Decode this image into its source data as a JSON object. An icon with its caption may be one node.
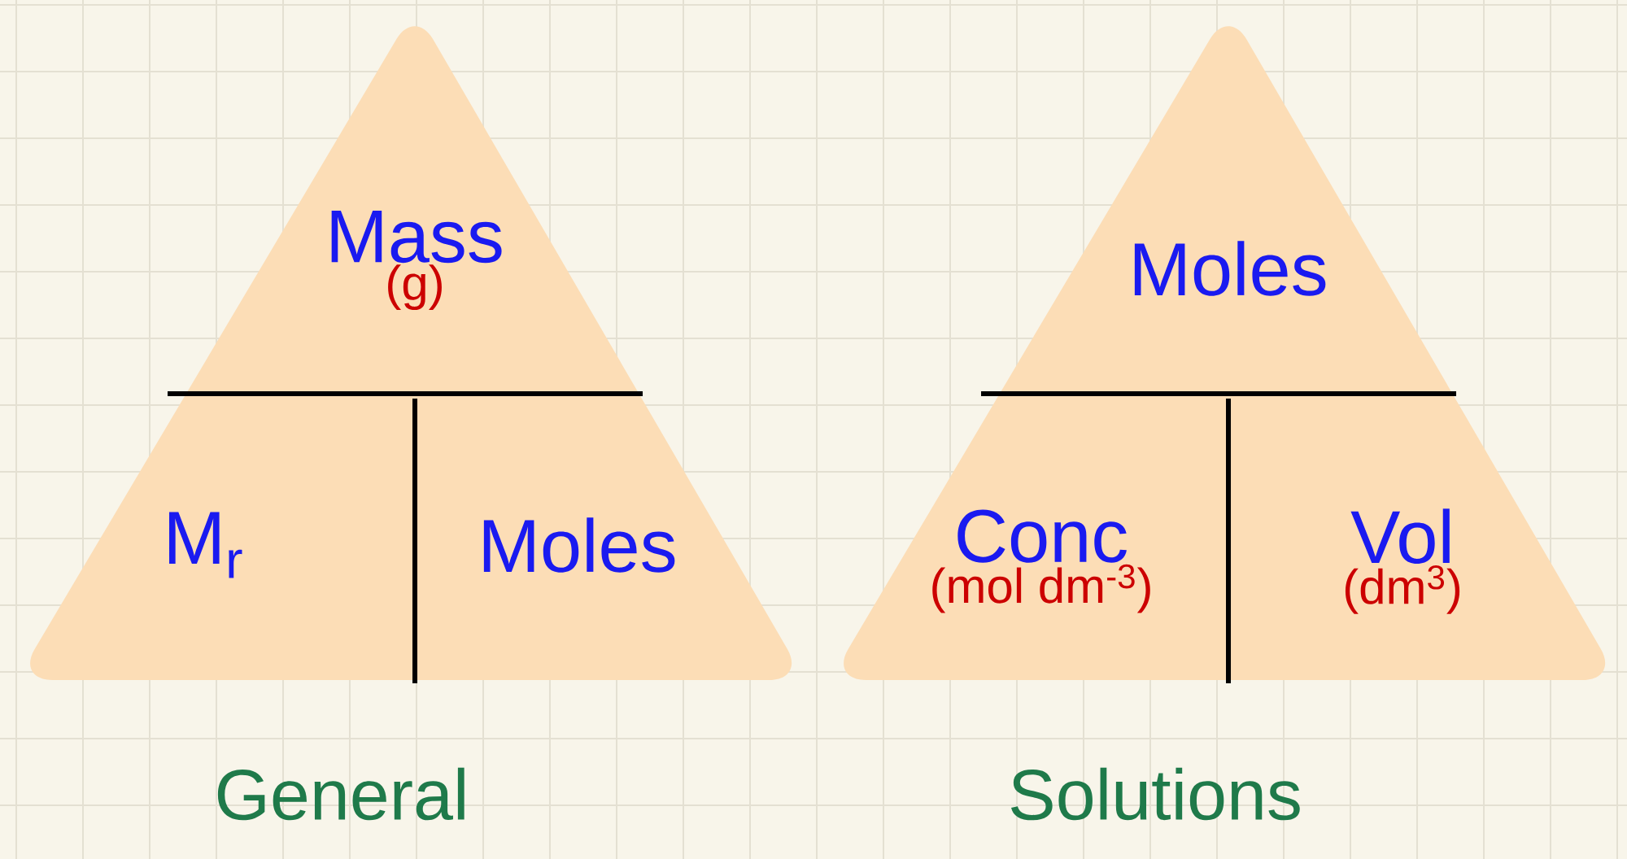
{
  "diagram": {
    "nodes": [
      {
        "text": [],
        "shape": "triangle",
        "beside": [
          "General"
        ]
      },
      {
        "text": [
          "Mass",
          "(g)"
        ],
        "in": 0
      },
      {
        "text": [
          "M$_{r}$"
        ],
        "in": 0
      },
      {
        "text": [
          "Moles"
        ],
        "in": 0
      },
      {
        "text": [],
        "shape": "triangle",
        "beside": [
          "Solutions"
        ]
      },
      {
        "text": [
          "Moles"
        ],
        "in": 4
      },
      {
        "text": [
          "Conc",
          "(mol dm$^{-3}$)"
        ],
        "in": 4
      },
      {
        "text": [
          "Vol",
          "(dm$^{3}$)"
        ],
        "in": 4
      }
    ],
    "edges": []
  }
}
